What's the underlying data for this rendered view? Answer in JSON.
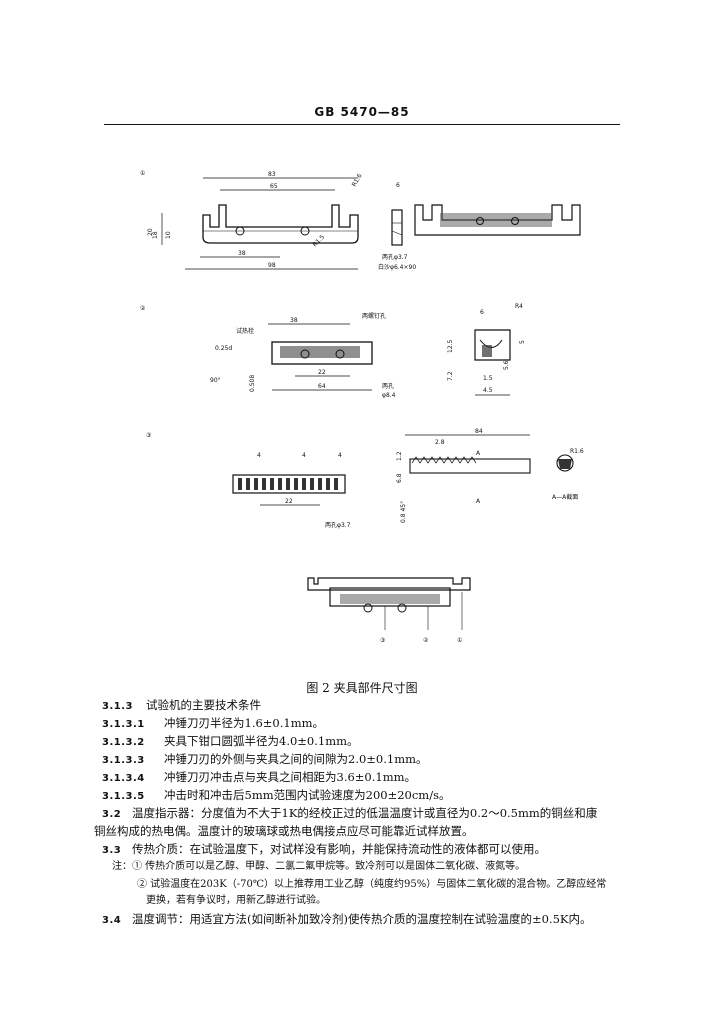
{
  "header": "GB 5470—85",
  "figure": {
    "marks": [
      "①",
      "②",
      "③"
    ],
    "fig1": {
      "dims": [
        "83",
        "65",
        "R1.6",
        "6",
        "20",
        "18",
        "10",
        "R1.5",
        "38",
        "98"
      ],
      "labels": [
        "两孔φ3.7",
        "白沙φ6.4×90"
      ]
    },
    "fig2": {
      "dims": [
        "38",
        "R4",
        "6",
        "0.25d",
        "90°",
        "0.508",
        "22",
        "64",
        "12.5",
        "7.2",
        "5.6",
        "5",
        "1.5",
        "4.5"
      ],
      "labels": [
        "两螺钉孔",
        "试热栓",
        "两孔",
        "φ8.4"
      ]
    },
    "fig3": {
      "dims": [
        "4",
        "4",
        "4",
        "22",
        "84",
        "2.8",
        "1.2",
        "6.8",
        "0.8",
        "R1.6",
        "A",
        "A",
        "A—A截面"
      ],
      "labels": [
        "两孔φ3.7",
        "0.8 45°"
      ]
    },
    "assembly": {
      "callouts": [
        "③",
        "②",
        "①"
      ]
    },
    "caption": "图 2  夹具部件尺寸图"
  },
  "body": [
    {
      "num": "3.1.3",
      "text": "试验机的主要技术条件"
    },
    {
      "num": "3.1.3.1",
      "text": "冲锤刀刃半径为1.6±0.1mm。"
    },
    {
      "num": "3.1.3.2",
      "text": "夹具下钳口圆弧半径为4.0±0.1mm。"
    },
    {
      "num": "3.1.3.3",
      "text": "冲锤刀刃的外侧与夹具之间的间隙为2.0±0.1mm。"
    },
    {
      "num": "3.1.3.4",
      "text": "冲锤刀刃冲击点与夹具之间相距为3.6±0.1mm。"
    },
    {
      "num": "3.1.3.5",
      "text": "冲击时和冲击后5mm范围内试验速度为200±20cm/s。"
    },
    {
      "num": "3.2",
      "text": "温度指示器：分度值为不大于1K的经校正过的低温温度计或直径为0.2～0.5mm的铜丝和康"
    },
    {
      "num": "",
      "text": "铜丝构成的热电偶。温度计的玻璃球或热电偶接点应尽可能靠近试样放置。"
    },
    {
      "num": "3.3",
      "text": "传热介质：在试验温度下，对试样没有影响，并能保持流动性的液体都可以使用。"
    }
  ],
  "notes": [
    "注：① 传热介质可以是乙醇、甲醇、二氯二氟甲烷等。致冷剂可以是固体二氧化碳、液氮等。",
    "② 试验温度在203K（-70℃）以上推荐用工业乙醇（纯度约95%）与固体二氧化碳的混合物。乙醇应经常",
    "更换，若有争议时，用新乙醇进行试验。"
  ],
  "last": {
    "num": "3.4",
    "text": "温度调节：用适宜方法(如间断补加致冷剂)使传热介质的温度控制在试验温度的±0.5K内。"
  }
}
